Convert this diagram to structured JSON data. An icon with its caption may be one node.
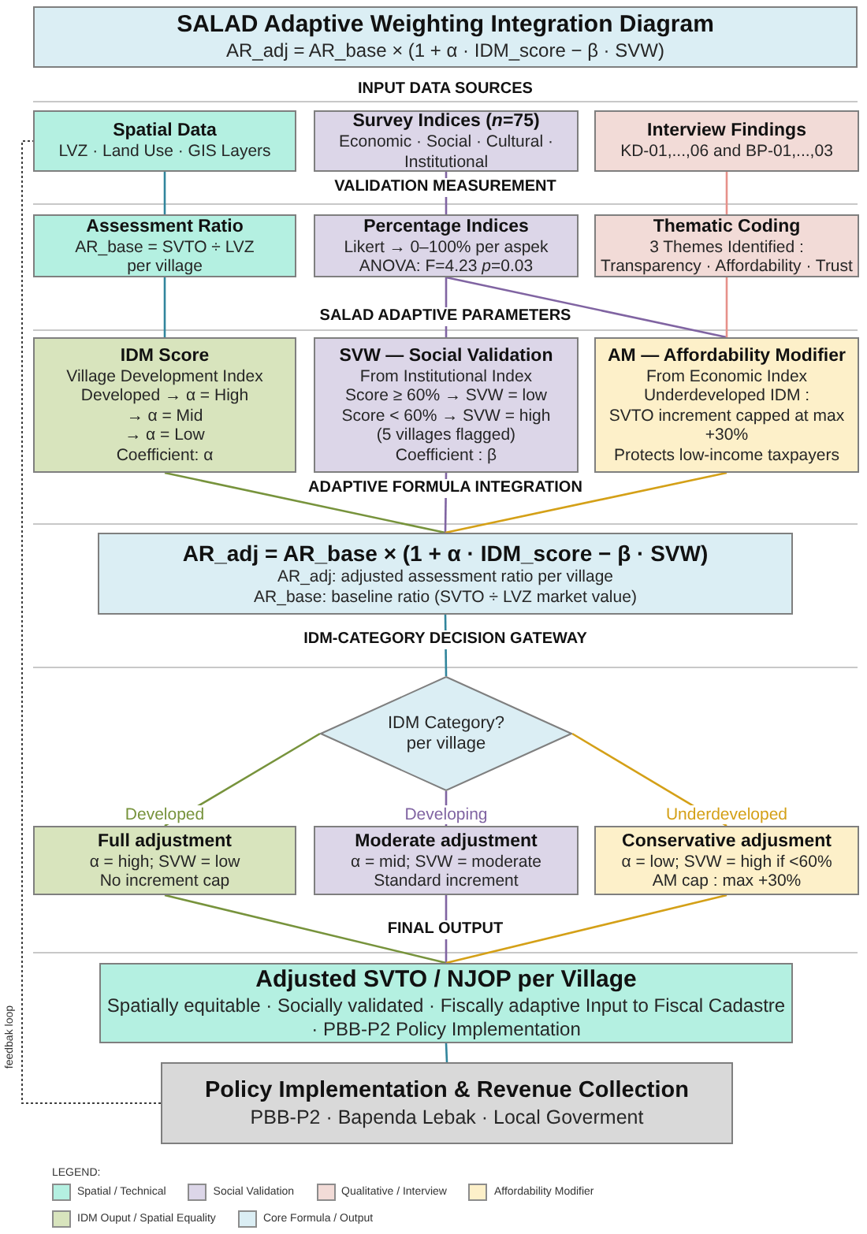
{
  "diagram": {
    "nodes": [
      {
        "text": [
          "SALAD Adaptive Weighting Integration Diagram",
          "AR_adj = AR_base × (1 + α · IDM_score − β · SVW)"
        ]
      },
      {
        "text": [
          "Spatial Data",
          "LVZ · Land Use · GIS Layers"
        ]
      },
      {
        "text": [
          "Survey Indices (*n*=75)",
          "Economic · Social · Cultural · Institutional"
        ]
      },
      {
        "text": [
          "Interview Findings",
          "KD-01,...,06 and BP-01,...,03"
        ]
      },
      {
        "text": [
          "Assessment Ratio",
          "AR_base = SVTO ÷ LVZ",
          "per village"
        ]
      },
      {
        "text": [
          "Percentage Indices",
          "Likert → 0–100% per aspek",
          "ANOVA: F=4.23 *p*=0.03"
        ]
      },
      {
        "text": [
          "Thematic Coding",
          "3 Themes Identified :",
          "Transparency · Affordability · Trust"
        ]
      },
      {
        "text": [
          "IDM Score",
          "Village Development Index",
          "Developed → α = High",
          "→ α = Mid",
          "→ α = Low",
          "Coefficient: α"
        ]
      },
      {
        "text": [
          "SVW — Social Validation",
          "From Institutional Index",
          "Score ≥ 60% → SVW = low",
          "Score < 60% → SVW = high",
          "(5 villages flagged)",
          "Coefficient : β"
        ]
      },
      {
        "text": [
          "AM — Affordability Modifier",
          "From Economic Index",
          "Underdeveloped IDM :",
          "SVTO increment capped at max +30%",
          "Protects low-income taxpayers"
        ]
      },
      {
        "text": [
          "AR_adj = AR_base × (1 + α · IDM_score − β · SVW)",
          "AR_adj: adjusted assessment ratio per village",
          "AR_base: baseline ratio (SVTO ÷ LVZ market value)"
        ]
      },
      {
        "text": [
          "IDM Category?",
          "per village"
        ]
      },
      {
        "text": [
          "Full adjustment",
          "α = high; SVW = low",
          "No increment cap"
        ]
      },
      {
        "text": [
          "Moderate adjustment",
          "α = mid; SVW = moderate",
          "Standard increment"
        ]
      },
      {
        "text": [
          "Conservative adjusment",
          "α = low; SVW = high if <60%",
          "AM cap : max +30%"
        ]
      },
      {
        "text": [
          "Adjusted SVTO / NJOP per Village",
          "Spatially equitable · Socially validated · Fiscally adaptive Input to Fiscal Cadastre · PBB-P2 Policy Implementation"
        ]
      },
      {
        "text": [
          "Policy Implementation & Revenue Collection",
          "PBB-P2 · Bapenda Lebak · Local Goverment"
        ]
      }
    ],
    "edges": [
      {
        "from": 1,
        "to": 4,
        "arrow": "none",
        "color": "#31859c"
      },
      {
        "from": 2,
        "to": 5,
        "arrow": "none"
      },
      {
        "from": 3,
        "to": 6,
        "arrow": "none",
        "color": "#e6918a"
      },
      {
        "from": 4,
        "to": 7,
        "arrow": "none",
        "color": "#31859c"
      },
      {
        "from": 5,
        "to": 8,
        "arrow": "none"
      },
      {
        "from": 5,
        "to": 9,
        "arrow": "none"
      },
      {
        "from": 6,
        "to": 9,
        "arrow": "none",
        "color": "#e6918a"
      },
      {
        "from": 7,
        "to": 10,
        "arrow": "none",
        "color": "#77933c"
      },
      {
        "from": 8,
        "to": 10,
        "arrow": "none"
      },
      {
        "from": 9,
        "to": 10,
        "arrow": "none",
        "color": "#d4a017"
      },
      {
        "from": 10,
        "to": 11,
        "arrow": "none",
        "color": "#31859c"
      },
      {
        "from": 11,
        "to": 12,
        "arrow": "none",
        "label": "Developed",
        "color": "#77933c"
      },
      {
        "from": 11,
        "to": 13,
        "arrow": "none",
        "label": "Developing"
      },
      {
        "from": 11,
        "to": 14,
        "arrow": "none",
        "label": "Underdeveloped",
        "color": "#d4a017"
      },
      {
        "from": 12,
        "to": 15,
        "arrow": "none",
        "color": "#77933c"
      },
      {
        "from": 13,
        "to": 15,
        "arrow": "none"
      },
      {
        "from": 14,
        "to": 15,
        "arrow": "none",
        "color": "#d4a017"
      },
      {
        "from": 15,
        "to": 16,
        "arrow": "none",
        "color": "#31859c"
      },
      {
        "from": 16,
        "to": 1,
        "arrow": "none",
        "label": "feedbak loop",
        "style": "dashed",
        "color": "#404040"
      }
    ],
    "labels": [
      "INPUT DATA SOURCES",
      "VALIDATION MEASUREMENT",
      "SALAD ADAPTIVE PARAMETERS",
      "ADAPTIVE FORMULA INTEGRATION",
      "IDM-CATEGORY DECISION GATEWAY",
      "FINAL OUTPUT",
      "LEGEND:"
    ],
    "legend": [
      {
        "text": "Spatial / Technical",
        "color": "#b4f0e1"
      },
      {
        "text": "Social Validation",
        "color": "#dcd6e8"
      },
      {
        "text": "Qualitative / Interview",
        "color": "#f2dbd7"
      },
      {
        "text": "Affordability Modifier",
        "color": "#fdf0c9"
      },
      {
        "text": "IDM Ouput / Spatial Equality",
        "color": "#d8e4bd"
      },
      {
        "text": "Core Formula / Output",
        "color": "#dbeef4"
      }
    ]
  }
}
